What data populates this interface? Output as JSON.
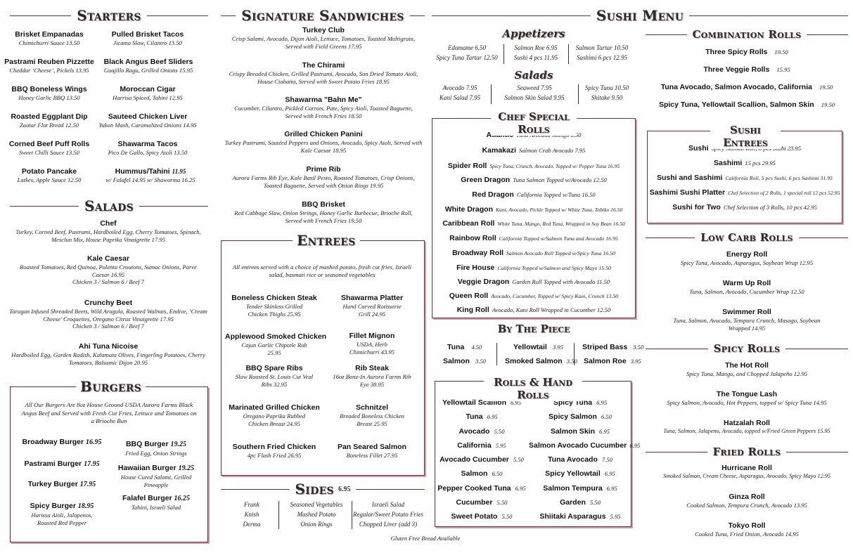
{
  "starters": {
    "title": "Starters",
    "items": [
      {
        "name": "Brisket Empanadas",
        "desc": "Chimichurri Sauce  13.50"
      },
      {
        "name": "Pulled Brisket Tacos",
        "desc": "Jicama Slaw, Cilantro 13.50"
      },
      {
        "name": "Pastrami Reuben Pizzette",
        "desc": "Cheddar ‘Cheese’, Pickels 13.95"
      },
      {
        "name": "Black Angus Beef Sliders",
        "desc": "Guajillo Ragu, Grilled Onions 15.95"
      },
      {
        "name": "BBQ Boneless Wings",
        "desc": "Honey Garlic BBQ  13.50"
      },
      {
        "name": "Moroccan Cigar",
        "desc": "Harrisa Spiced, Tahini  12.95"
      },
      {
        "name": "Roasted Eggplant Dip",
        "desc": "Zaatar Flat Bread  12.50"
      },
      {
        "name": "Sauteed Chicken Liver",
        "desc": "Yukon Mash, Caramalized Onions  14.95"
      },
      {
        "name": "Corned Beef Puff Rolls",
        "desc": "Sweet Chilli Sauce  13.50"
      },
      {
        "name": "Shawarma Tacos",
        "desc": "Pico De Gallo, Spicy Aioli  13.50"
      },
      {
        "name": "Potato Pancake",
        "desc": "Latkes, Apple Sauce  12.50"
      },
      {
        "name": "Hummus/Tahini",
        "price": "11.95",
        "desc": "w/ Falafel  14.95   w/ Shawarma  16.25"
      }
    ]
  },
  "salads": {
    "title": "Salads",
    "items": [
      {
        "name": "Chef",
        "desc": "Turkey, Corned Beef, Pastrami, Hardboiled Egg, Cherry Tomatoes, Spinach, Mesclun Mix, House Paprika Vinaigrette  17.95"
      },
      {
        "name": "Kale Caesar",
        "desc": "Roasted Tomatoes, Red Quinoa, Polenta Croutons, Sumac Onions, Parve Caesar  16.95",
        "extra": "Chicken 3 / Salmon 6 / Beef 7"
      },
      {
        "name": "Crunchy Beet",
        "desc": "Taragon Infused Shreaded Beets, Wild Arugula, Roasted Walnuts, Endive, ‘Cream Cheese’ Croquettes, Oregano Citrus Vinaigrette  17.95",
        "extra": "Chicken 3 / Salmon 6 / Beef 7"
      },
      {
        "name": "Ahi Tuna Nicoise",
        "desc": "Hardboiled Egg, Garden Radish, Kalamata Olives, Fingerling Potatoes, Cherry Tomatoes, Balsamic Dijon  20.95"
      }
    ]
  },
  "burgers": {
    "title": "Burgers",
    "intro": "All Our Burgers Are 8oz House Ground USDA Aurora Farms Black Angus Beef and Served with Fresh Cut Fries, Lettuce and Tomatoes on a Brioche Bun",
    "items": [
      {
        "name": "Broadway Burger",
        "price": "16.95",
        "desc": ""
      },
      {
        "name": "BBQ Burger",
        "price": "19.25",
        "desc": "Fried Egg, Onion Strings"
      },
      {
        "name": "Pastrami Burger",
        "price": "17.95",
        "desc": ""
      },
      {
        "name": "Hawaiian Burger",
        "price": "19.25",
        "desc": "House Cured Salami, Grilled Pineapple"
      },
      {
        "name": "Turkey Burger",
        "price": "17.95",
        "desc": ""
      },
      {
        "name": "Falafel Burger",
        "price": "16.25",
        "desc": "Tahini, Israeli Salad"
      },
      {
        "name": "Spicy Burger",
        "price": "18.95",
        "desc": "Harissa Aioli, Jalapenos, Roasted Red Pepper"
      }
    ]
  },
  "sandwiches": {
    "title": "Signature Sandwiches",
    "items": [
      {
        "name": "Turkey Club",
        "desc": "Crisp Salami,  Avocado, Dijon Aioli, Lettuce, Tomatoes, Toasted Multigrain, Served with Field Greens  17.95"
      },
      {
        "name": "The Chirami",
        "desc": "Crispy Breaded Chicken, Grilled Pastrami, Avocado, Sun Dried Tomato Aioli, House Ciabatta, Served with Sweet Potato Fries  18.95"
      },
      {
        "name": "Shawarma \"Bahn Me\"",
        "desc": "Cucumber, Cilantro, Pickled Carrots, Pate, Spicy Aioli, Toasted Baguette, Served with French Fries  18.50"
      },
      {
        "name": "Grilled Chicken Panini",
        "desc": "Turkey Pastrami, Sautéed Peppers and Onions, Avocado, Spicy Aioli, Served with Kale Caesar  18.95"
      },
      {
        "name": "Prime Rib",
        "desc": "Aurora Farms Rib Eye, Kale Basil Pesto, Roasted Tomatoes, Crisp Onions, Toasted Baguette, Served with Onion Rings  19.95"
      },
      {
        "name": "BBQ Brisket",
        "desc": "Red Cabbage Slaw, Onion Strings, Honey Garlic Barbecue, Brioche Roll, Served with French Fries  19.50"
      }
    ]
  },
  "entrees": {
    "title": "Entrees",
    "intro": "All entrees served with a choice of mashed potato, fresh cut fries, Israeli salad, basmati rice or seasoned vegetables",
    "items": [
      {
        "name": "Boneless Chicken Steak",
        "desc": "Tender Skinless Grilled Chicken Thighs 25.95"
      },
      {
        "name": "Shawarma Platter",
        "desc": "Hand Carved Rotisserie Grill  24.95"
      },
      {
        "name": "Applewood Smoked Chicken",
        "desc": "Cajun Garlic Chipotle Rub 25.95"
      },
      {
        "name": "Fillet Mignon",
        "desc": "USDA, Herb Chimichurri  43.95"
      },
      {
        "name": "BBQ Spare Ribs",
        "desc": "Slow Roasted St. Louis Cut Veal Ribs  32.95"
      },
      {
        "name": "Rib Steak",
        "desc": "16oz Bone-In Aurora Farms Rib Eye  38.95"
      },
      {
        "name": "Marinated Grilled Chicken",
        "desc": "Oregano Paprika Rubbed Chicken Breast  24.95"
      },
      {
        "name": "Schnitzel",
        "desc": "Breaded Boneless Chicken Breast  25.95"
      },
      {
        "name": "Southern Fried Chicken",
        "desc": "4pc Flash Fried 26.95"
      },
      {
        "name": "Pan Seared Salmon",
        "desc": "Boneless Fillet  27.95"
      }
    ]
  },
  "sides": {
    "title": "Sides",
    "price": "6.95",
    "col1": [
      "Frank",
      "Knish",
      "Derma"
    ],
    "col2": [
      "Seasoned Vegetables",
      "Mashed Potato",
      "Onion Rings"
    ],
    "col3": [
      "Israeli Salad",
      "Regular/Sweet Potato Fries",
      "Chopped Liver (add 3)"
    ],
    "note": "Gluten Free Bread Available"
  },
  "sushi": {
    "title": "Sushi Menu",
    "appetizers": {
      "title": "Appetizers",
      "rows": [
        [
          "Edamame  6.50",
          "Salmon Roe  6.95",
          "Salmon Tartar  10.50"
        ],
        [
          "Spicy Tuna Tartar  12.50",
          "Sushi 4 pcs  11.95",
          "Sashimi  6 pcs  12.95"
        ]
      ]
    },
    "salads": {
      "title": "Salads",
      "rows": [
        [
          "Avocado  7.95",
          "Seaweed  7.95",
          "Spicy Tuna  10.50"
        ],
        [
          "Kani Salad  7.95",
          "Salmon Skin Salad  9.95",
          "Shitake  9.50"
        ]
      ]
    },
    "chef": {
      "title": "Chef Special Rolls",
      "items": [
        {
          "name": "Atlantic",
          "desc": "Tuna Avocado Mango  8.50"
        },
        {
          "name": "Kamakazi",
          "desc": "Salmon Crab Avocado  7.95"
        },
        {
          "name": "Spider Roll",
          "desc": "Spicy Tuna, Crunch, Avocado, Topped w/ Pepper Tuna  16.95"
        },
        {
          "name": "Green Dragon",
          "desc": "Tuna Salmon Topped  w/Avocado  12.50"
        },
        {
          "name": "Red Dragon",
          "desc": "California Topped w/Tuna  16.50"
        },
        {
          "name": "White Dragon",
          "desc": "Kani, Avocado, Pickle Topped w/ White Tuna, Tobiko  16.50"
        },
        {
          "name": "Caribbean Roll",
          "desc": "White Tuna, Mango, Red Tuna, Wrapped in Soy Bean  16.50"
        },
        {
          "name": "Rainbow Roll",
          "desc": "California Topped w/Salmon Tuna and Avocado  16.95"
        },
        {
          "name": "Broadway Roll",
          "desc": "Salmon Avocado Roll Topped w/Spicy Tuna  16.50"
        },
        {
          "name": "Fire House",
          "desc": "California Topped w/Salmon and Spicy Mayo  15.50"
        },
        {
          "name": "Veggie Dragon",
          "desc": "Garden Roll Topped with Avocado  11.50"
        },
        {
          "name": "Queen Roll",
          "desc": "Avocado, Cucumber, Topped w/ Spicy Kani, Crunch  13.50"
        },
        {
          "name": "King Roll",
          "desc": "Avocado, Kani Roll Wrapped in Cucumber  12.50"
        }
      ]
    },
    "piece": {
      "title": "By The Piece",
      "items": [
        {
          "name": "Tuna",
          "price": "4.50"
        },
        {
          "name": "Yellowtail",
          "price": "3.95"
        },
        {
          "name": "Striped Bass",
          "price": "3.50"
        },
        {
          "name": "Salmon",
          "price": "3.50"
        },
        {
          "name": "Smoked Salmon",
          "price": "3.50"
        },
        {
          "name": "Salmon Roe",
          "price": "3.95"
        }
      ]
    },
    "hand": {
      "title": "Rolls & Hand Rolls",
      "left": [
        {
          "name": "Yellowtail Scallion",
          "price": "6.95"
        },
        {
          "name": "Tuna",
          "price": "6.95"
        },
        {
          "name": "Avocado",
          "price": "5.50"
        },
        {
          "name": "California",
          "price": "5.95"
        },
        {
          "name": "Avocado Cucumber",
          "price": "5.50"
        },
        {
          "name": "Salmon",
          "price": "6.50"
        },
        {
          "name": "Pepper Cooked Tuna",
          "price": "6.95"
        },
        {
          "name": "Cucumber",
          "price": "5.50"
        },
        {
          "name": "Sweet Potato",
          "price": "5.50"
        }
      ],
      "right": [
        {
          "name": "Spicy Tuna",
          "price": "6.95"
        },
        {
          "name": "Spicy Salmon",
          "price": "6.50"
        },
        {
          "name": "Salmon Skin",
          "price": "6.95"
        },
        {
          "name": "Salmon Avocado Cucumber",
          "price": "6.95"
        },
        {
          "name": "Tuna Avocado",
          "price": "7.50"
        },
        {
          "name": "Spicy Yellowtail",
          "price": "6.95"
        },
        {
          "name": "Salmon Tempura",
          "price": "6.95"
        },
        {
          "name": "Garden",
          "price": "5.50"
        },
        {
          "name": "Shiitaki Asparagus",
          "price": "5.95"
        }
      ]
    },
    "combo": {
      "title": "Combination Rolls",
      "items": [
        {
          "name": "Three Spicy  Rolls",
          "price": "19.50"
        },
        {
          "name": "Three Veggie Rolls",
          "price": "15.95"
        },
        {
          "name": "Tuna Avocado, Salmon Avocado, California",
          "price": "19.50"
        },
        {
          "name": "Spicy Tuna, Yellowtail Scallion, Salmon Skin",
          "price": "19.50"
        }
      ]
    },
    "entrees": {
      "title": "Sushi Entrees",
      "items": [
        {
          "name": "Sushi",
          "desc": "Spicy Salmon Roll, 8 pcs Sushi 23.95"
        },
        {
          "name": "Sashimi",
          "desc": "15 pcs 29.95"
        },
        {
          "name": "Sushi and Sashimi",
          "desc": "California Roll, 5 pcs Sushi, 6 pcs Sashimi 31.95"
        },
        {
          "name": "Sashimi Sushi Platter",
          "desc": "Chef Selection of 2 Rolls, 1 special roll 12 pcs 52.95"
        },
        {
          "name": "Sushi for Two",
          "desc": "Chef Selection of 3 Rolls, 10 pcs 42.95"
        }
      ]
    },
    "lowcarb": {
      "title": "Low Carb Rolls",
      "items": [
        {
          "name": "Energy Roll",
          "desc": "Spicy Tuna,  Avocado, Asparagus, Soybean Wrap  12.95"
        },
        {
          "name": "Warm Up Roll",
          "desc": "Tuna, Salmon, Avocado, Cucumber Wrap  12.50"
        },
        {
          "name": "Swimmer Roll",
          "desc": "Tuna, Salmon, Avocado, Tempura Crunch, Masago, Soybean Wrapped  14.95"
        }
      ]
    },
    "spicy": {
      "title": "Spicy Rolls",
      "items": [
        {
          "name": "The Hot Roll",
          "desc": "Spicy Tuna, Mango, and Chopped Jalapeño  12.95"
        },
        {
          "name": "The Tongue Lash",
          "desc": "Spicy Salmon, Avocado, Hot Peppers, topped w/ Spicy Tuna  14.95"
        },
        {
          "name": "Hatzalah Roll",
          "desc": "Tuna, Salmon, Jalapeno, Avocado, topped w/Fried Green Peppers  15.95"
        }
      ]
    },
    "fried": {
      "title": "Fried Rolls",
      "items": [
        {
          "name": "Hurricane Roll",
          "desc": "Smoked Salmon, Cream Cheese, Asparagus, Avocado, Spicy Mayo  12.95"
        },
        {
          "name": "Ginza Roll",
          "desc": "Cooked Salmon, Tempura Crunch, Avocado  13.95"
        },
        {
          "name": "Tokyo Roll",
          "desc": "Cooked Tuna, Fried Onion, Avocado  14.95"
        }
      ]
    }
  },
  "colors": {
    "accent": "#8a2438",
    "shadow": "#c9a0a8",
    "text": "#1a1a1a"
  }
}
